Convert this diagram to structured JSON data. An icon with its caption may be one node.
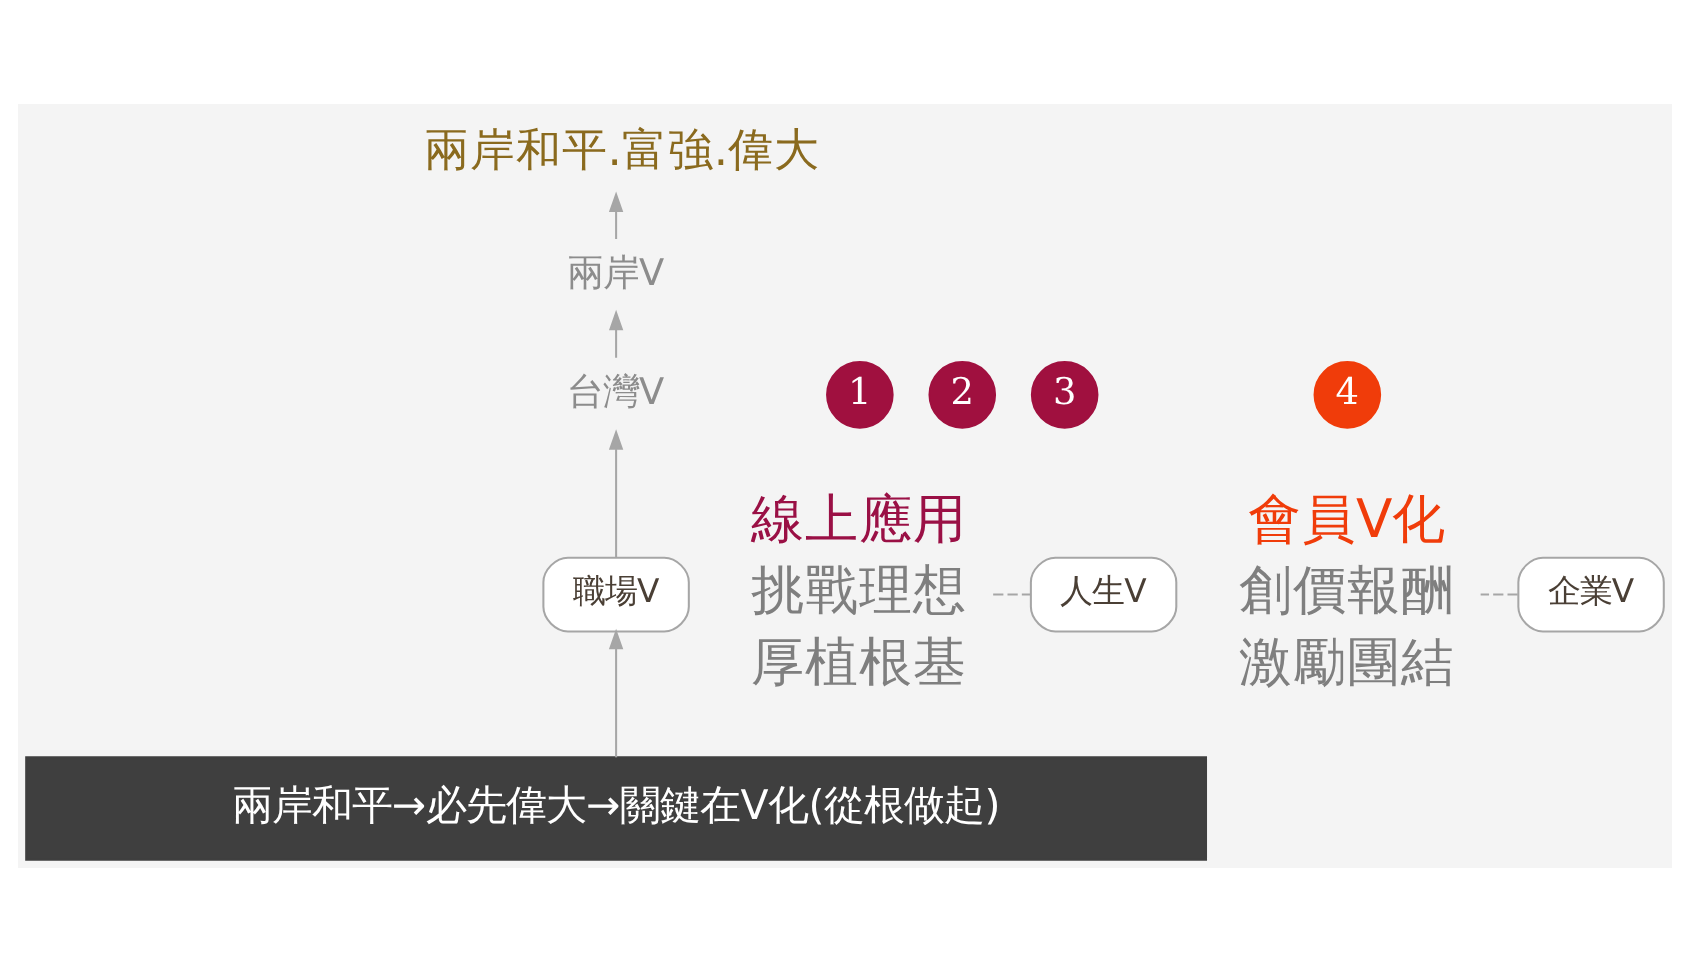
{
  "diagram": {
    "nodes": [
      {
        "text": [
          "兩岸和平.富強.偉大"
        ]
      },
      {
        "text": [
          "兩岸V"
        ]
      },
      {
        "text": [
          "1"
        ]
      },
      {
        "text": [
          "2"
        ]
      },
      {
        "text": [
          "3"
        ]
      },
      {
        "text": [
          "4"
        ]
      },
      {
        "text": [
          "線上應用",
          "挑戰理想",
          "厚植根基"
        ]
      },
      {
        "text": [
          "台灣V"
        ]
      },
      {
        "text": [
          "會員V化",
          "創價報酬",
          "激勵團結"
        ]
      },
      {
        "text": [
          "人生V"
        ]
      },
      {
        "text": [
          "職場V"
        ]
      },
      {
        "text": [
          "企業V"
        ]
      },
      {
        "text": [
          "兩岸和平→必先偉大→關鍵在V化(從根做起)"
        ]
      }
    ],
    "edges": [
      {
        "from": 12,
        "to": 10,
        "arrow": "to"
      },
      {
        "from": 10,
        "to": 7,
        "arrow": "to"
      },
      {
        "from": 7,
        "to": 1,
        "arrow": "to"
      },
      {
        "from": 1,
        "to": 0,
        "arrow": "to"
      },
      {
        "from": 6,
        "to": 9,
        "arrow": "none",
        "style": "dashed"
      },
      {
        "from": 11,
        "to": 8,
        "arrow": "none",
        "style": "dashed"
      }
    ]
  }
}
